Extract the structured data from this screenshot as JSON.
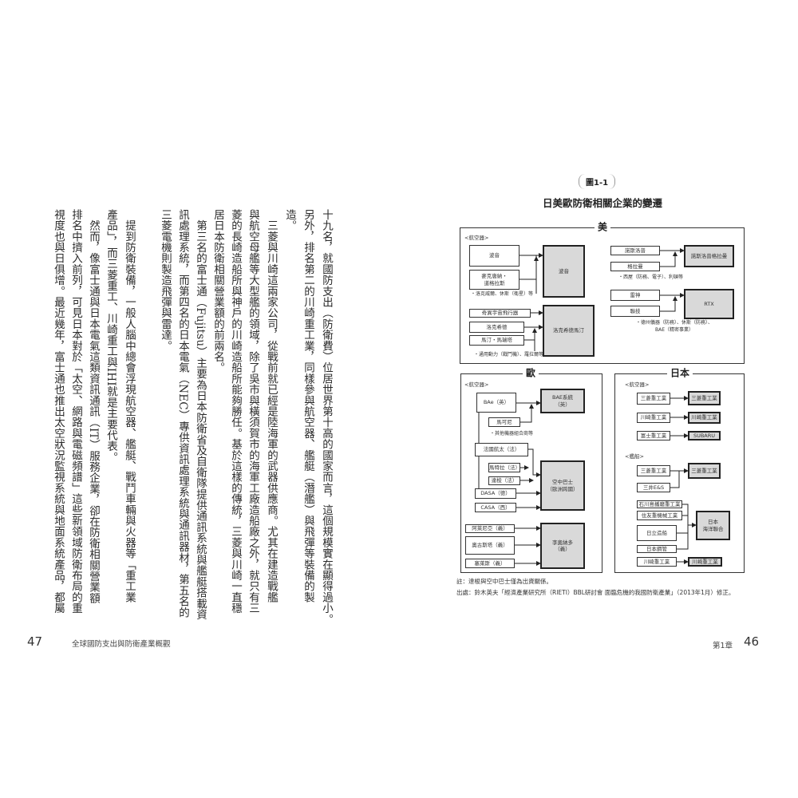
{
  "left_page": {
    "page_number": "47",
    "running_head": "全球國防支出與防衛產業概觀",
    "lines": [
      "十九名，就國防支出（防衛費）位居世界第十高的國家而言，這個規模實在顯得過小。",
      "另外，排名第二的川崎重工業，同樣參與航空器、艦艇（潛艦）與飛彈等裝備的製",
      "造。",
      "　三菱與川崎這兩家公司，從戰前就已經是陸海軍的武器供應商。尤其在建造戰艦",
      "與航空母艦等大型艦的領域，除了吳市與橫須賀市的海軍工廠造船廠之外，就只有三",
      "菱的長崎造船所與神戶的川崎造船所能夠勝任。基於這樣的傳統，三菱與川崎一直穩",
      "居日本防衛相關營業額的前兩名。",
      "　第三名的富士通（Fujitsu）主要為日本防衛省及自衛隊提供通訊系統與艦艇搭載資",
      "訊處理系統，而第四名的日本電氣（NEC）專供資訊處理系統與通訊器材，第五名的",
      "三菱電機則製造飛彈與雷達。",
      "",
      "　提到防衛裝備，一般人腦中總會浮現航空器、艦艇、戰鬥車輛與火器等「重工業",
      "產品」，而三菱重工、川崎重工與IHI就是主要代表。",
      "　然而，像富士通與日本電氣這類資訊通訊（IT）服務企業，卻在防衛相關營業額",
      "排名中擠入前列，可見日本對於「太空、網路與電磁頻譜」這些新領域防衛布局的重",
      "視度也與日俱增。最近幾年，富士通也推出太空狀況監視系統與地面系統產品，都屬"
    ]
  },
  "right_page": {
    "page_number": "46",
    "chapter": "第1章",
    "figure_number": "圖1-1",
    "figure_title": "日美歐防衛相關企業的變遷",
    "us": {
      "label": "美",
      "section": "<航空器>",
      "boxes": [
        {
          "label": "波音",
          "shaded": false
        },
        {
          "label": "麥克唐納・\n道格拉斯",
          "shaded": false
        },
        {
          "label": "波音",
          "shaded": true
        },
        {
          "label": "奇異宇宙飛行器",
          "shaded": false
        },
        {
          "label": "洛克希德",
          "shaded": false
        },
        {
          "label": "馬汀・馬瑞塔",
          "shaded": false
        },
        {
          "label": "洛克希德馬汀",
          "shaded": true
        },
        {
          "label": "諾斯洛普",
          "shaded": false
        },
        {
          "label": "格拉曼",
          "shaded": false
        },
        {
          "label": "諾斯洛普格拉曼",
          "shaded": true
        },
        {
          "label": "雷神",
          "shaded": false
        },
        {
          "label": "聯技",
          "shaded": false
        },
        {
          "label": "RTX",
          "shaded": true
        }
      ],
      "notes": [
        "・洛克威爾、休斯（衛星）等",
        "・通用動力（戰鬥機）、羅拉爾等",
        "・西屋（防務、電子）、利頓等",
        "・德州儀器（防務）、休斯（防務）、\nBAE（精密事業）"
      ]
    },
    "europe": {
      "label": "歐",
      "section": "<航空器>",
      "boxes": [
        {
          "label": "BAe（英）",
          "shaded": false
        },
        {
          "label": "馬可尼",
          "shaded": false
        },
        {
          "label": "BAE系統\n（英）",
          "shaded": true
        },
        {
          "label": "法國航太（法）",
          "shaded": false
        },
        {
          "label": "馬特拉（法）",
          "shaded": false
        },
        {
          "label": "達梭（法）",
          "shaded": false
        },
        {
          "label": "DASA（德）",
          "shaded": false
        },
        {
          "label": "CASA（西）",
          "shaded": false
        },
        {
          "label": "空中巴士\n（歐洲跨國）",
          "shaded": true
        },
        {
          "label": "阿萊尼亞（義）",
          "shaded": false
        },
        {
          "label": "奧古斯塔（義）",
          "shaded": false
        },
        {
          "label": "塞萊斯（義）",
          "shaded": false
        },
        {
          "label": "李奧納多\n（義）",
          "shaded": true
        }
      ],
      "notes": [
        "・其他機器組合商等"
      ]
    },
    "japan": {
      "label": "日本",
      "section_aircraft": "<航空器>",
      "section_ships": "<艦船>",
      "boxes": [
        {
          "label": "三菱重工業",
          "shaded": false
        },
        {
          "label": "三菱重工業",
          "shaded": true
        },
        {
          "label": "川崎重工業",
          "shaded": false
        },
        {
          "label": "川崎重工業",
          "shaded": true
        },
        {
          "label": "富士重工業",
          "shaded": false
        },
        {
          "label": "SUBARU",
          "shaded": true
        },
        {
          "label": "三菱重工業",
          "shaded": false
        },
        {
          "label": "三井E&S",
          "shaded": false
        },
        {
          "label": "三菱重工業",
          "shaded": true
        },
        {
          "label": "石川島播磨重工業",
          "shaded": false
        },
        {
          "label": "住友重機械工業",
          "shaded": false
        },
        {
          "label": "日立造船",
          "shaded": false
        },
        {
          "label": "日本鋼管",
          "shaded": false
        },
        {
          "label": "日本\n海洋聯合",
          "shaded": true
        },
        {
          "label": "川崎重工業",
          "shaded": false
        },
        {
          "label": "川崎重工業",
          "shaded": true
        }
      ]
    },
    "footnote": "註：達梭與空中巴士僅為出資關係。",
    "source": "出處：鈴木英夫「經濟產業研究所（RIETI）BBL研討會 面臨危機的我國防衛產業」（2013年1月）修正。"
  }
}
